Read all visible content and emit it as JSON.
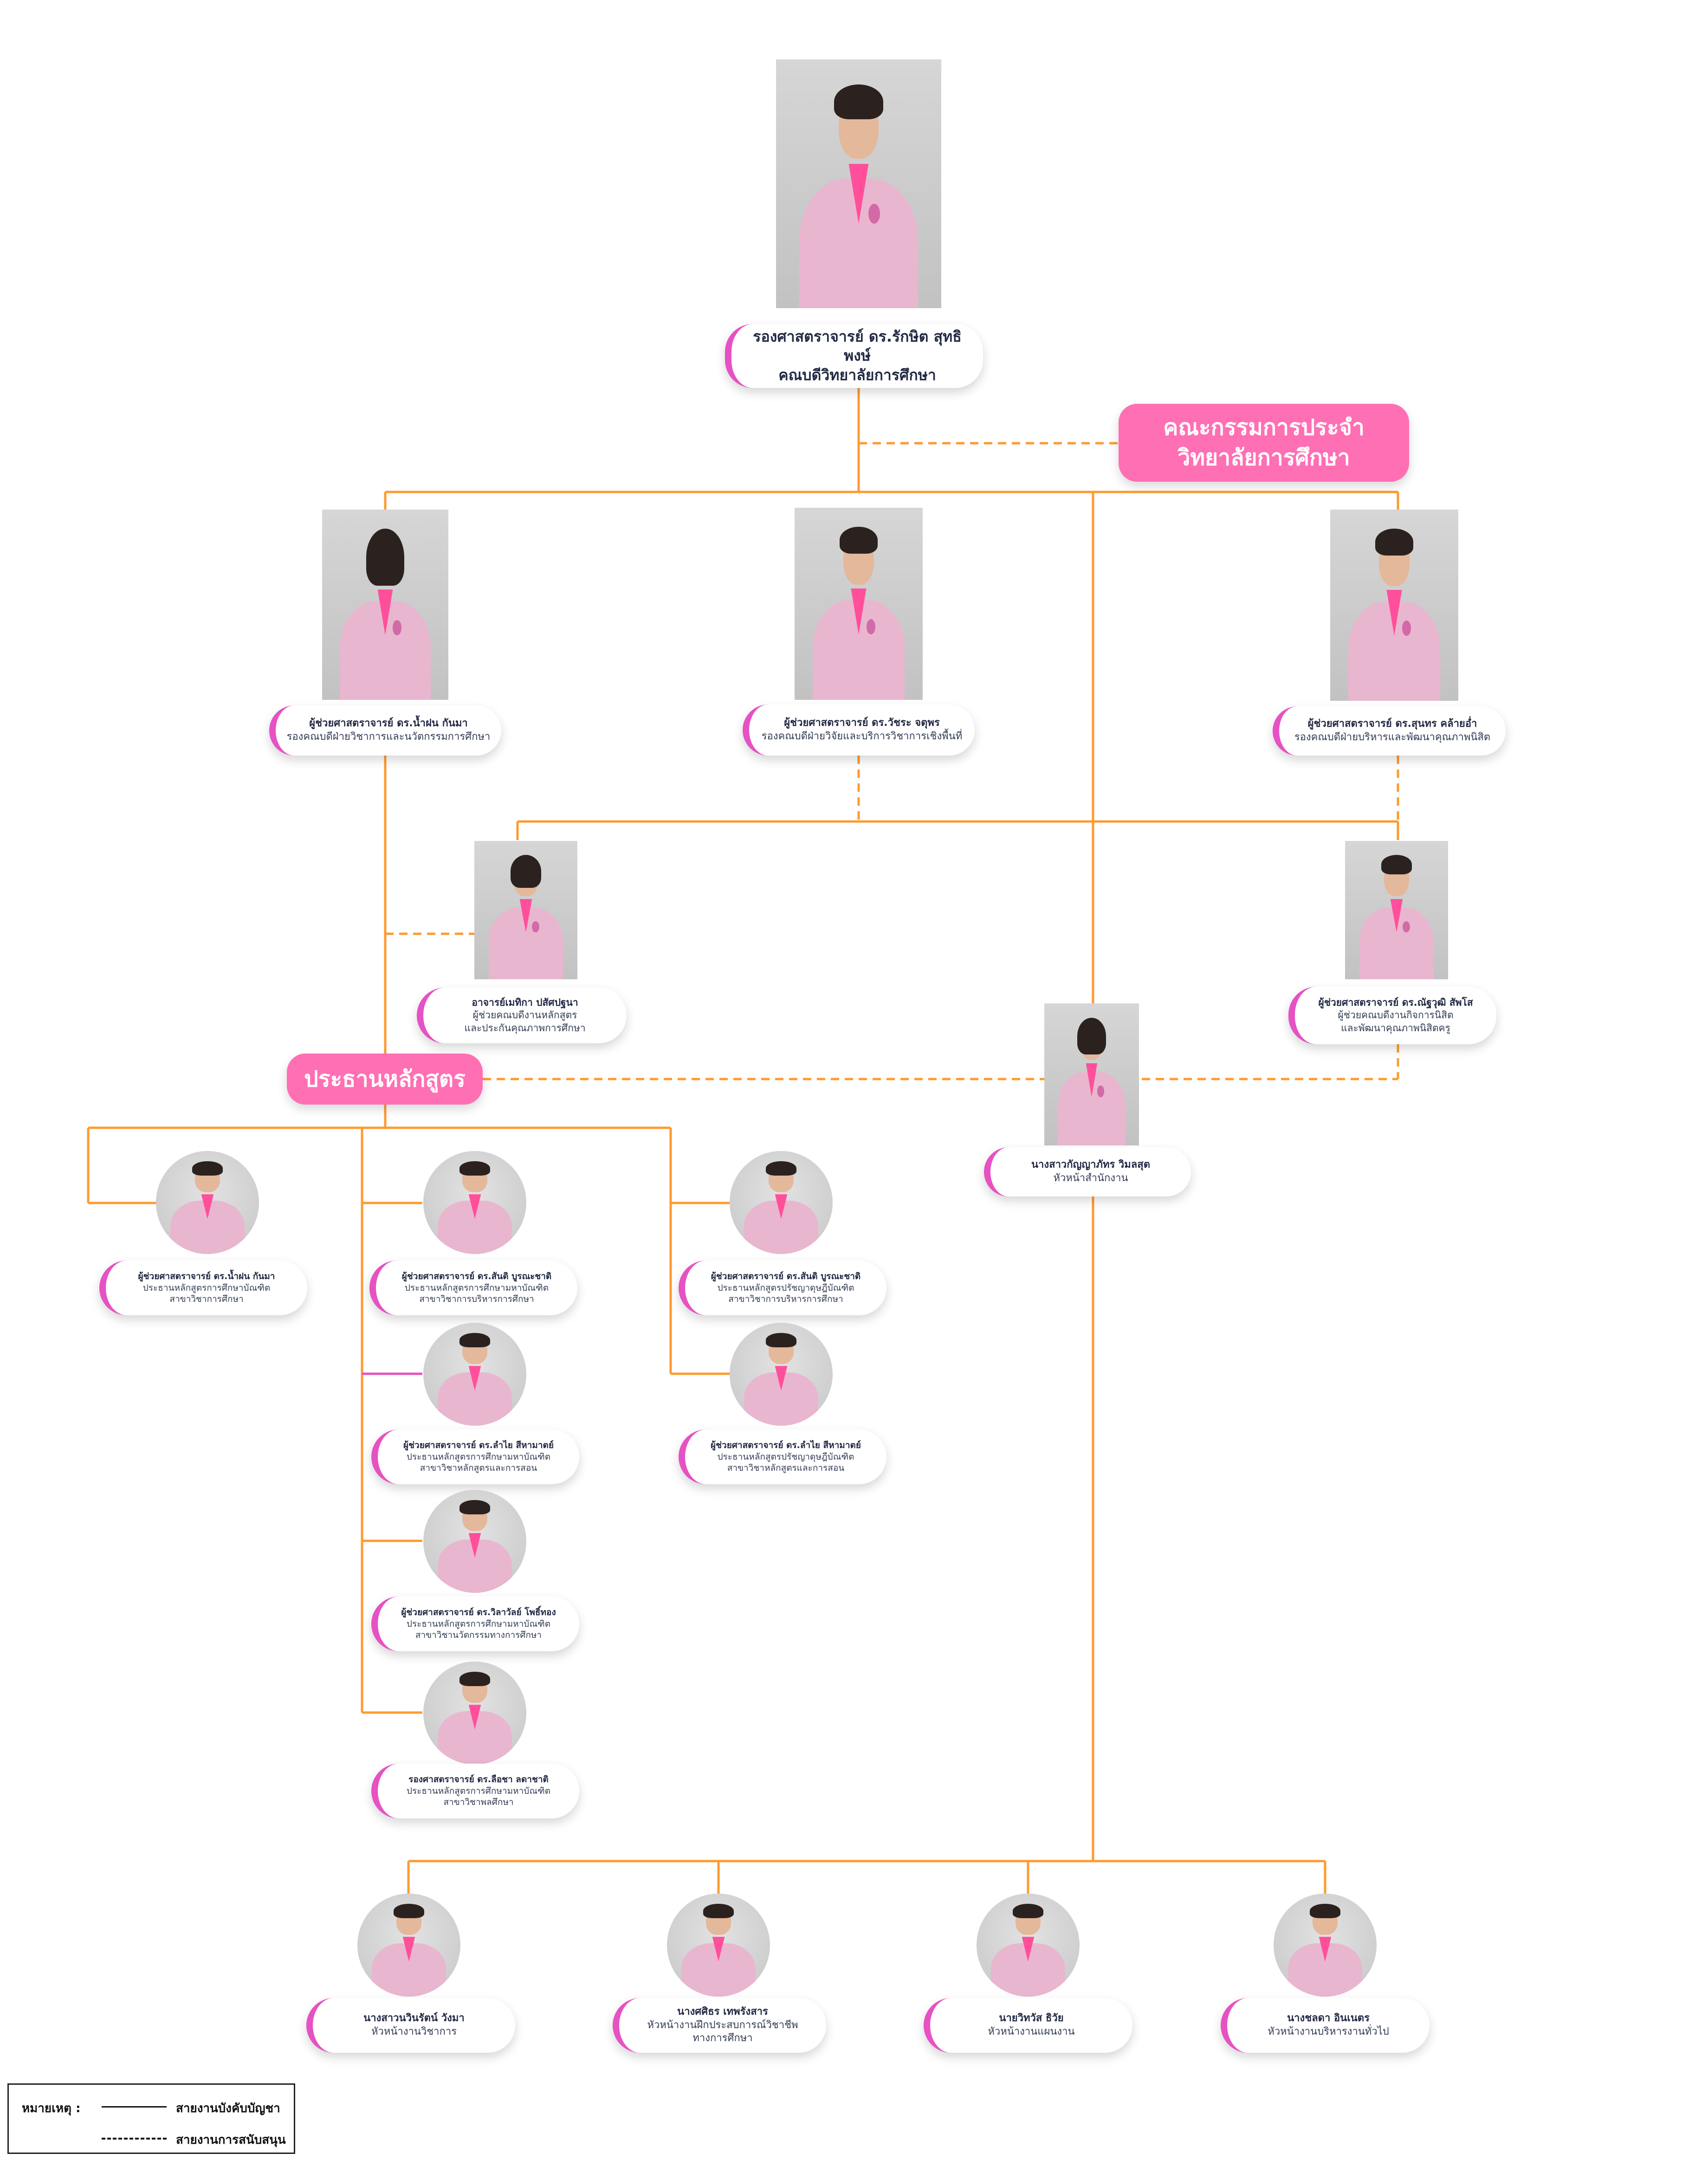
{
  "colors": {
    "line": "#ff9a2e",
    "accent": "#e651c3",
    "pill": "#ff6fb4",
    "text": "#222a44"
  },
  "dean": {
    "name": "รองศาสตราจารย์ ดร.รักษิต สุทธิพงษ์",
    "title": "คณบดีวิทยาลัยการศึกษา"
  },
  "committee": {
    "line1": "คณะกรรมการประจำ",
    "line2": "วิทยาลัยการศึกษา"
  },
  "vice_deans": [
    {
      "name": "ผู้ช่วยศาสตราจารย์ ดร.น้ำฝน กันมา",
      "title": "รองคณบดีฝ่ายวิชาการและนวัตกรรมการศึกษา"
    },
    {
      "name": "ผู้ช่วยศาสตราจารย์ ดร.วัชระ จตุพร",
      "title": "รองคณบดีฝ่ายวิจัยและบริการวิชาการเชิงพื้นที่"
    },
    {
      "name": "ผู้ช่วยศาสตราจารย์ ดร.สุนทร คล้ายอ่ำ",
      "title": "รองคณบดีฝ่ายบริหารและพัฒนาคุณภาพนิสิต"
    }
  ],
  "assistants": [
    {
      "name": "อาจารย์เมทิกา ปสัศปฐนา",
      "title1": "ผู้ช่วยคณบดีงานหลักสูตร",
      "title2": "และประกันคุณภาพการศึกษา"
    },
    {
      "name": "ผู้ช่วยศาสตราจารย์ ดร.ณัฐวุฒิ สัพโส",
      "title1": "ผู้ช่วยคณบดีงานกิจการนิสิต",
      "title2": "และพัฒนาคุณภาพนิสิตครู"
    }
  ],
  "office_head": {
    "name": "นางสาวกัญญาภัทร วิมลสุต",
    "title": "หัวหน้าสำนักงาน"
  },
  "program_chair_label": "ประธานหลักสูตร",
  "program_chairs": [
    {
      "name": "ผู้ช่วยศาสตราจารย์ ดร.น้ำฝน กันมา",
      "title1": "ประธานหลักสูตรการศึกษาบัณฑิต",
      "title2": "สาขาวิชาการศึกษา"
    },
    {
      "name": "ผู้ช่วยศาสตราจารย์ ดร.สันติ บูรณะชาติ",
      "title1": "ประธานหลักสูตรการศึกษามหาบัณฑิต",
      "title2": "สาขาวิชาการบริหารการศึกษา"
    },
    {
      "name": "ผู้ช่วยศาสตราจารย์ ดร.ลำไย สีหามาตย์",
      "title1": "ประธานหลักสูตรการศึกษามหาบัณฑิต",
      "title2": "สาขาวิชาหลักสูตรและการสอน"
    },
    {
      "name": "ผู้ช่วยศาสตราจารย์ ดร.วิลาวัลย์ โพธิ์ทอง",
      "title1": "ประธานหลักสูตรการศึกษามหาบัณฑิต",
      "title2": "สาขาวิชานวัตกรรมทางการศึกษา"
    },
    {
      "name": "รองศาสตราจารย์ ดร.ลือชา ลดาชาติ",
      "title1": "ประธานหลักสูตรการศึกษามหาบัณฑิต",
      "title2": "สาขาวิชาพลศึกษา"
    },
    {
      "name": "ผู้ช่วยศาสตราจารย์ ดร.สันติ บูรณะชาติ",
      "title1": "ประธานหลักสูตรปรัชญาดุษฎีบัณฑิต",
      "title2": "สาขาวิชาการบริหารการศึกษา"
    },
    {
      "name": "ผู้ช่วยศาสตราจารย์ ดร.ลำไย สีหามาตย์",
      "title1": "ประธานหลักสูตรปรัชญาดุษฎีบัณฑิต",
      "title2": "สาขาวิชาหลักสูตรและการสอน"
    }
  ],
  "staff": [
    {
      "name": "นางสาวนวินรัตน์ วังมา",
      "title1": "หัวหน้างานวิชาการ",
      "title2": ""
    },
    {
      "name": "นางศศิธร เทพรังสาร",
      "title1": "หัวหน้างานฝึกประสบการณ์วิชาชีพ",
      "title2": "ทางการศึกษา"
    },
    {
      "name": "นายวิทวัส ธิวัย",
      "title1": "หัวหน้างานแผนงาน",
      "title2": ""
    },
    {
      "name": "นางชลดา อินเนตร",
      "title1": "หัวหน้างานบริหารงานทั่วไป",
      "title2": ""
    }
  ],
  "legend": {
    "label": "หมายเหตุ :",
    "solid_text": "สายงานบังคับบัญชา",
    "dashed_text": "สายงานการสนับสนุน"
  }
}
